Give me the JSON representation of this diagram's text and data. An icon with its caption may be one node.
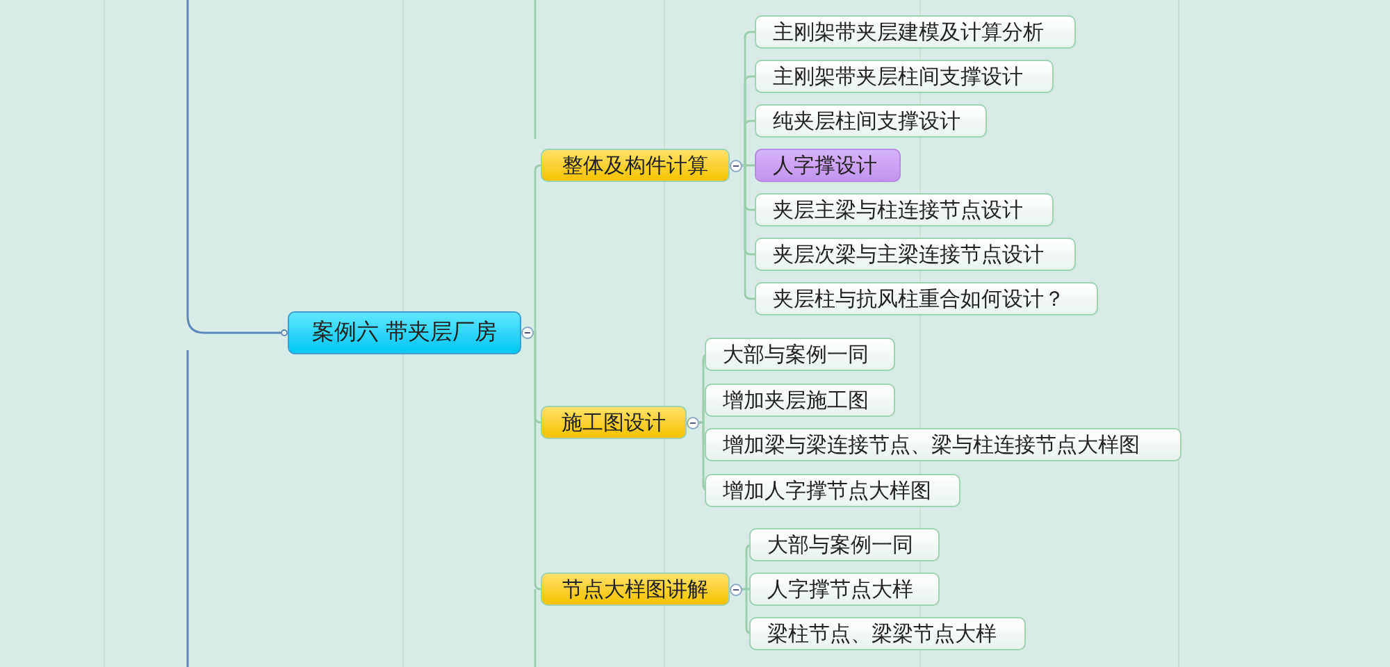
{
  "diagram": {
    "nodes": [
      {
        "text": [
          "案例六 带夹层厂房"
        ]
      },
      {
        "text": [
          "整体及构件计算"
        ]
      },
      {
        "text": [
          "主刚架带夹层建模及计算分析"
        ]
      },
      {
        "text": [
          "主刚架带夹层柱间支撑设计"
        ]
      },
      {
        "text": [
          "纯夹层柱间支撑设计"
        ]
      },
      {
        "text": [
          "人字撑设计"
        ]
      },
      {
        "text": [
          "夹层主梁与柱连接节点设计"
        ]
      },
      {
        "text": [
          "夹层次梁与主梁连接节点设计"
        ]
      },
      {
        "text": [
          "夹层柱与抗风柱重合如何设计？"
        ]
      },
      {
        "text": [
          "施工图设计"
        ]
      },
      {
        "text": [
          "大部与案例一同"
        ]
      },
      {
        "text": [
          "增加夹层施工图"
        ]
      },
      {
        "text": [
          "增加梁与梁连接节点、梁与柱连接节点大样图"
        ]
      },
      {
        "text": [
          "增加人字撑节点大样图"
        ]
      },
      {
        "text": [
          "节点大样图讲解"
        ]
      },
      {
        "text": [
          "大部与案例一同"
        ]
      },
      {
        "text": [
          "人字撑节点大样"
        ]
      },
      {
        "text": [
          "梁柱节点、梁梁节点大样"
        ]
      }
    ],
    "edges": [
      {
        "from": null,
        "to": 0,
        "arrow": "none",
        "color": "#5b87b8"
      },
      {
        "from": 0,
        "to": 1,
        "arrow": "none"
      },
      {
        "from": 0,
        "to": 9,
        "arrow": "none"
      },
      {
        "from": 0,
        "to": 14,
        "arrow": "none"
      },
      {
        "from": 1,
        "to": 2,
        "arrow": "none"
      },
      {
        "from": 1,
        "to": 3,
        "arrow": "none"
      },
      {
        "from": 1,
        "to": 4,
        "arrow": "none"
      },
      {
        "from": 1,
        "to": 5,
        "arrow": "none"
      },
      {
        "from": 1,
        "to": 6,
        "arrow": "none"
      },
      {
        "from": 1,
        "to": 7,
        "arrow": "none"
      },
      {
        "from": 1,
        "to": 8,
        "arrow": "none"
      },
      {
        "from": 9,
        "to": 10,
        "arrow": "none"
      },
      {
        "from": 9,
        "to": 11,
        "arrow": "none"
      },
      {
        "from": 9,
        "to": 12,
        "arrow": "none"
      },
      {
        "from": 9,
        "to": 13,
        "arrow": "none"
      },
      {
        "from": 14,
        "to": 15,
        "arrow": "none"
      },
      {
        "from": 14,
        "to": 16,
        "arrow": "none"
      },
      {
        "from": 14,
        "to": 17,
        "arrow": "none"
      }
    ]
  }
}
